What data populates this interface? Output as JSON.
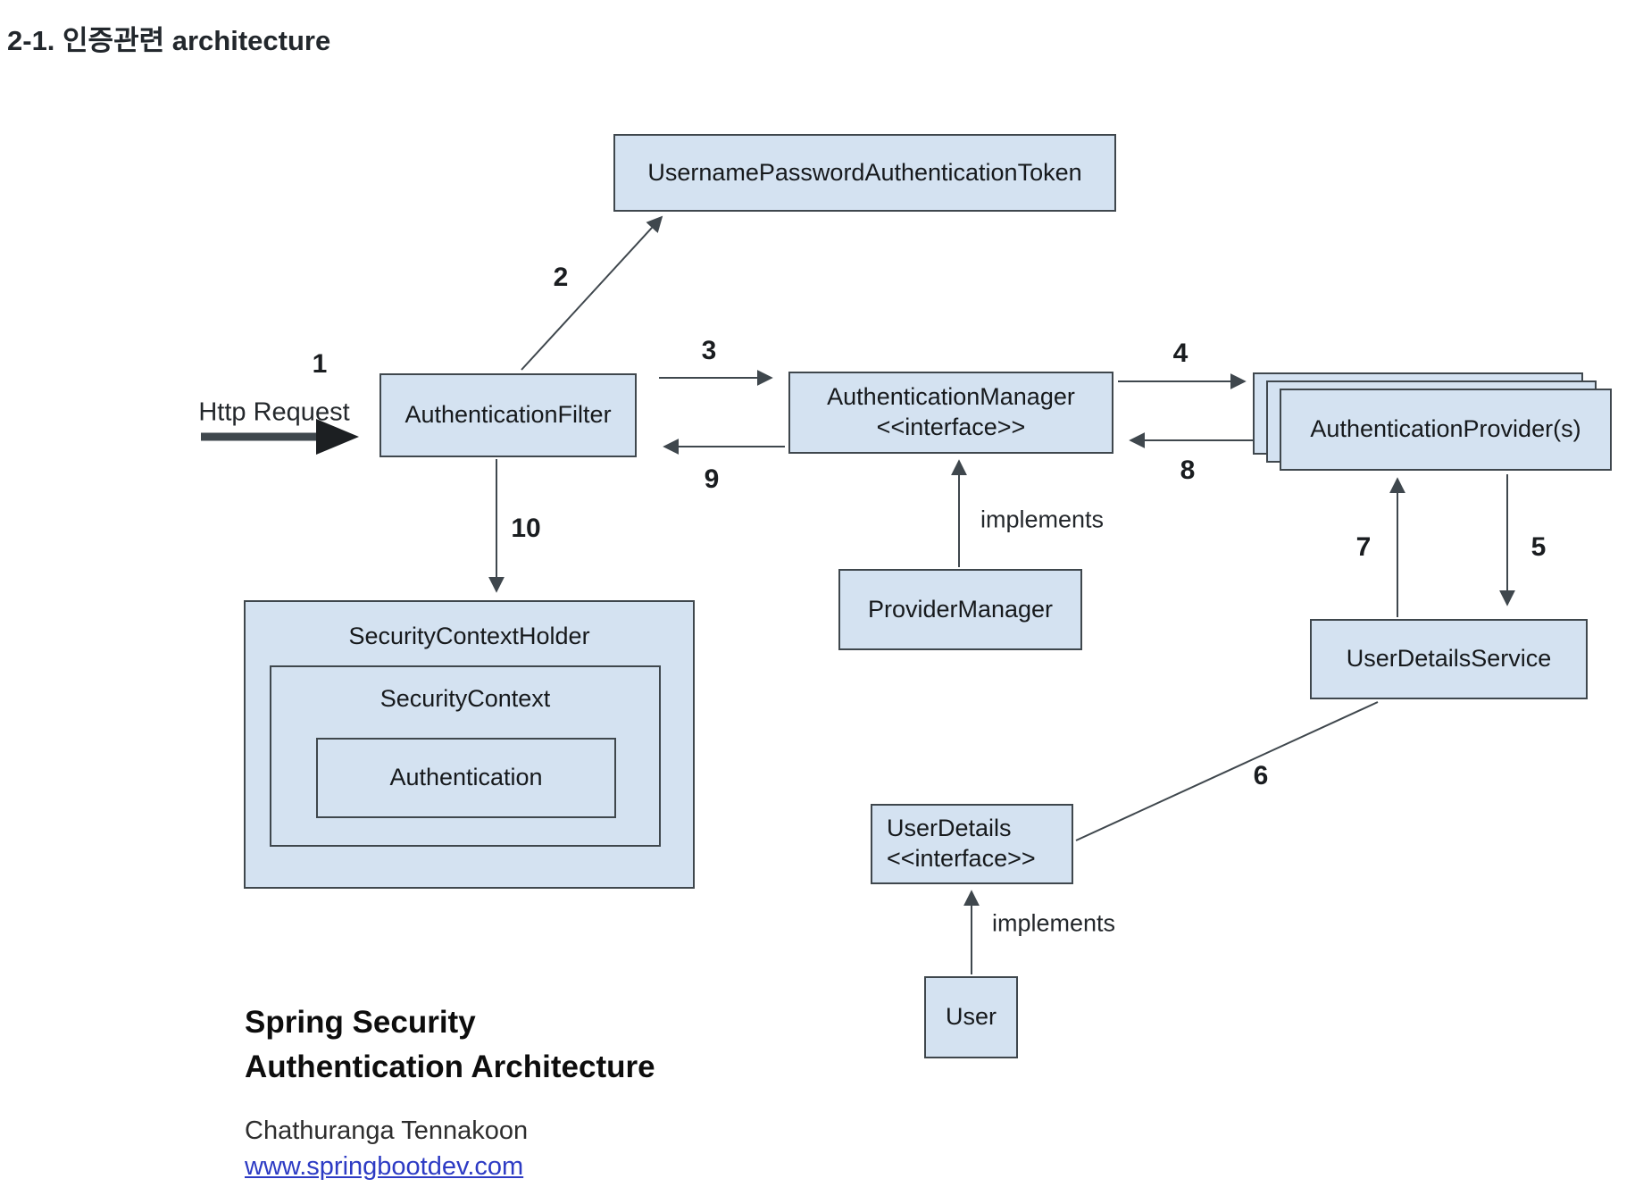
{
  "page_title": "2-1. 인증관련 architecture",
  "colors": {
    "box_fill": "#d4e2f1",
    "box_border": "#3f474d",
    "line": "#3f474d",
    "link_blue": "#2d3bc4"
  },
  "boxes": {
    "token": "UsernamePasswordAuthenticationToken",
    "filter": "AuthenticationFilter",
    "manager_name": "AuthenticationManager",
    "manager_stereotype": "<<interface>>",
    "providers": "AuthenticationProvider(s)",
    "provider_manager": "ProviderManager",
    "user_details_service": "UserDetailsService",
    "security_context_holder": "SecurityContextHolder",
    "security_context": "SecurityContext",
    "authentication": "Authentication",
    "user_details_name": "UserDetails",
    "user_details_stereotype": "<<interface>>",
    "user": "User"
  },
  "edge_labels": {
    "n1": "1",
    "n2": "2",
    "n3": "3",
    "n4": "4",
    "n5": "5",
    "n6": "6",
    "n7": "7",
    "n8": "8",
    "n9": "9",
    "n10": "10",
    "http_request": "Http Request",
    "implements_provider_manager": "implements",
    "implements_user": "implements"
  },
  "footer": {
    "heading_line1": "Spring Security",
    "heading_line2": "Authentication Architecture",
    "author": "Chathuranga Tennakoon",
    "website": "www.springbootdev.com"
  }
}
